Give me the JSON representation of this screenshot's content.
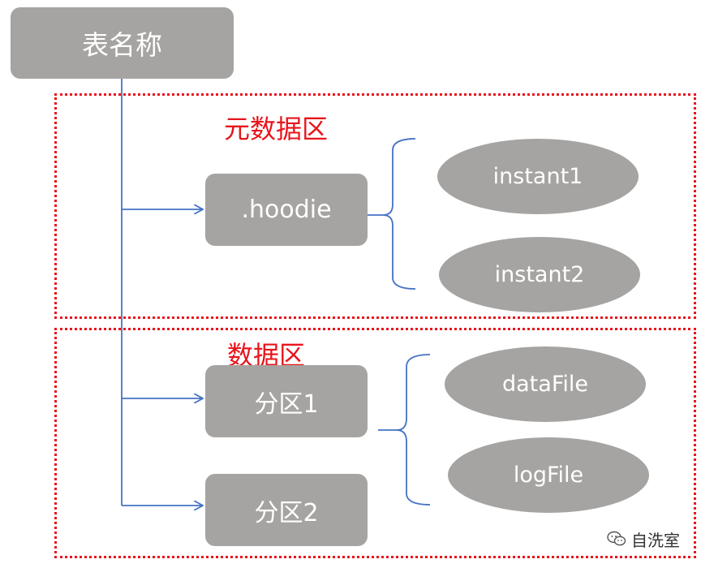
{
  "root": {
    "label": "表名称"
  },
  "regions": {
    "metadata": {
      "label": "元数据区"
    },
    "data": {
      "label": "数据区"
    }
  },
  "nodes": {
    "hoodie": {
      "label": ".hoodie"
    },
    "partition1": {
      "label": "分区1"
    },
    "partition2": {
      "label": "分区2"
    }
  },
  "leaves": {
    "instant1": "instant1",
    "instant2": "instant2",
    "datafile": "dataFile",
    "logfile": "logFile"
  },
  "watermark": {
    "text": "自洗室",
    "icon": "wechat-icon"
  },
  "colors": {
    "box": "#a6a4a2",
    "connector": "#4472c4",
    "region_border": "#e8141b"
  }
}
